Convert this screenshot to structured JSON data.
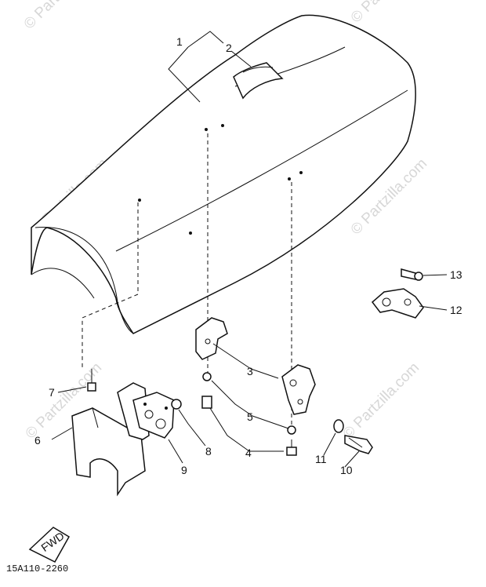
{
  "watermark": "© Partzilla.com",
  "diagram_code": "15A110-2260",
  "fwd_tag": "FWD",
  "callouts": [
    {
      "num": "1",
      "part": "seat-assembly"
    },
    {
      "num": "2",
      "part": "seat-band"
    },
    {
      "num": "3",
      "part": "seat-bracket"
    },
    {
      "num": "4",
      "part": "bolt"
    },
    {
      "num": "5",
      "part": "washer"
    },
    {
      "num": "6",
      "part": "rear-cover"
    },
    {
      "num": "7",
      "part": "screw"
    },
    {
      "num": "8",
      "part": "washer"
    },
    {
      "num": "9",
      "part": "plate"
    },
    {
      "num": "10",
      "part": "bolt"
    },
    {
      "num": "11",
      "part": "washer"
    },
    {
      "num": "12",
      "part": "seat-lock"
    },
    {
      "num": "13",
      "part": "screw"
    }
  ]
}
